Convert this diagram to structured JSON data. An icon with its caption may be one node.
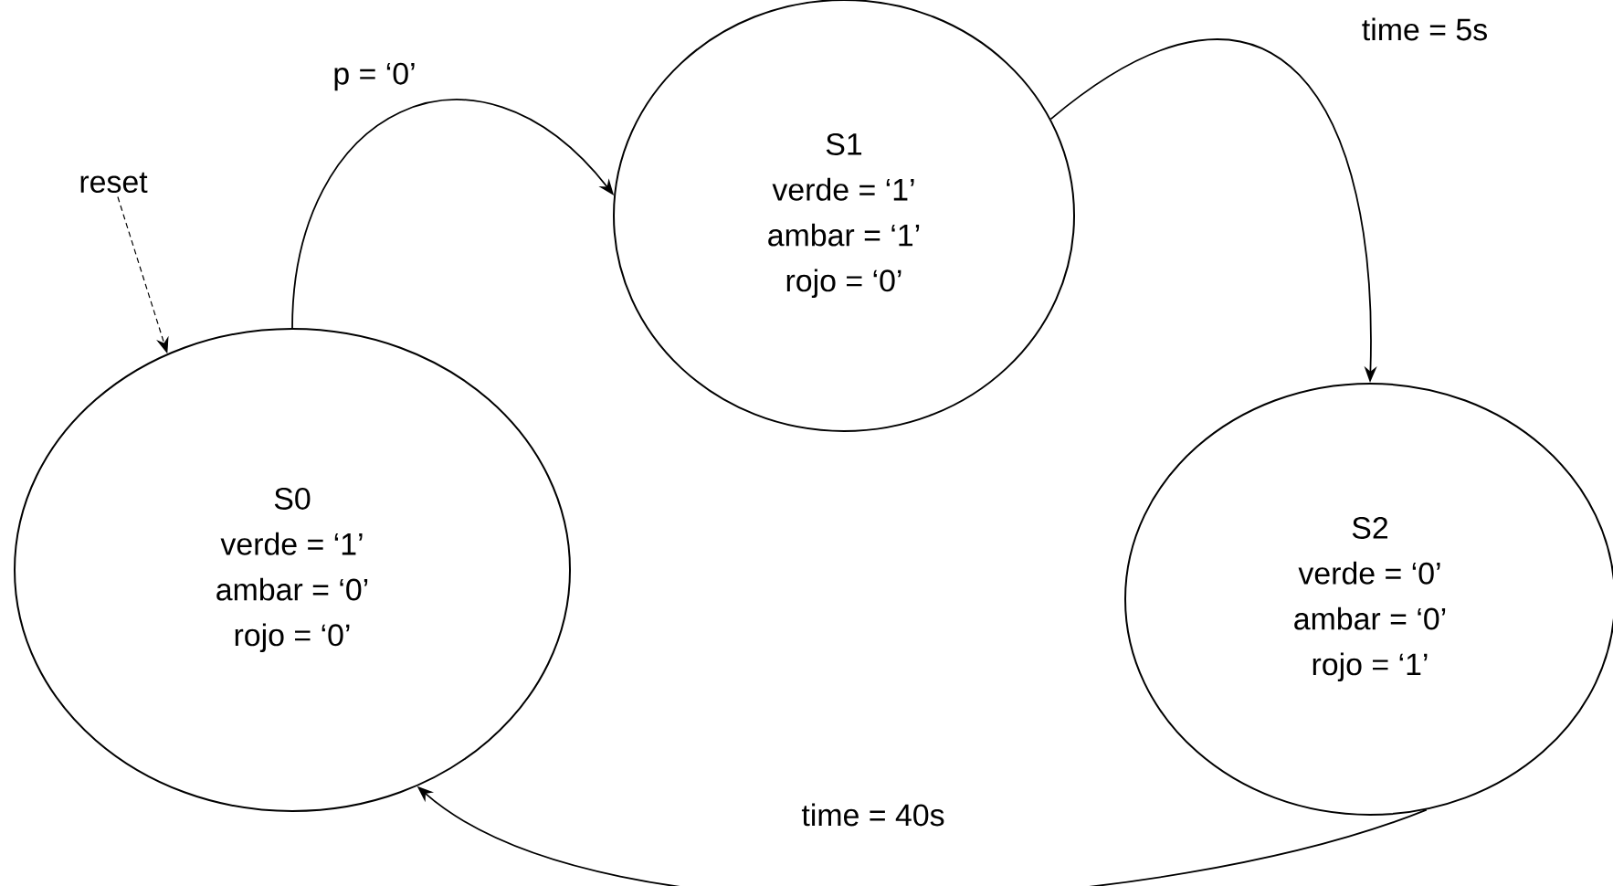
{
  "diagram": {
    "nodes": [
      {
        "text": [
          "S0",
          "verde = ‘1’",
          "ambar = ‘0’",
          "rojo = ‘0’"
        ]
      },
      {
        "text": [
          "S1",
          "verde = ‘1’",
          "ambar = ‘1’",
          "rojo = ‘0’"
        ]
      },
      {
        "text": [
          "S2",
          "verde = ‘0’",
          "ambar = ‘0’",
          "rojo = ‘1’"
        ]
      },
      {
        "text": [
          "reset"
        ]
      }
    ],
    "edges": [
      {
        "from": 3,
        "to": 0,
        "arrow": "to",
        "style": "dashed"
      },
      {
        "from": 0,
        "to": 1,
        "arrow": "to",
        "label": "p = ‘0’"
      },
      {
        "from": 1,
        "to": 2,
        "arrow": "to",
        "label": "time = 5s"
      },
      {
        "from": 2,
        "to": 0,
        "arrow": "to",
        "label": "time = 40s"
      }
    ]
  }
}
